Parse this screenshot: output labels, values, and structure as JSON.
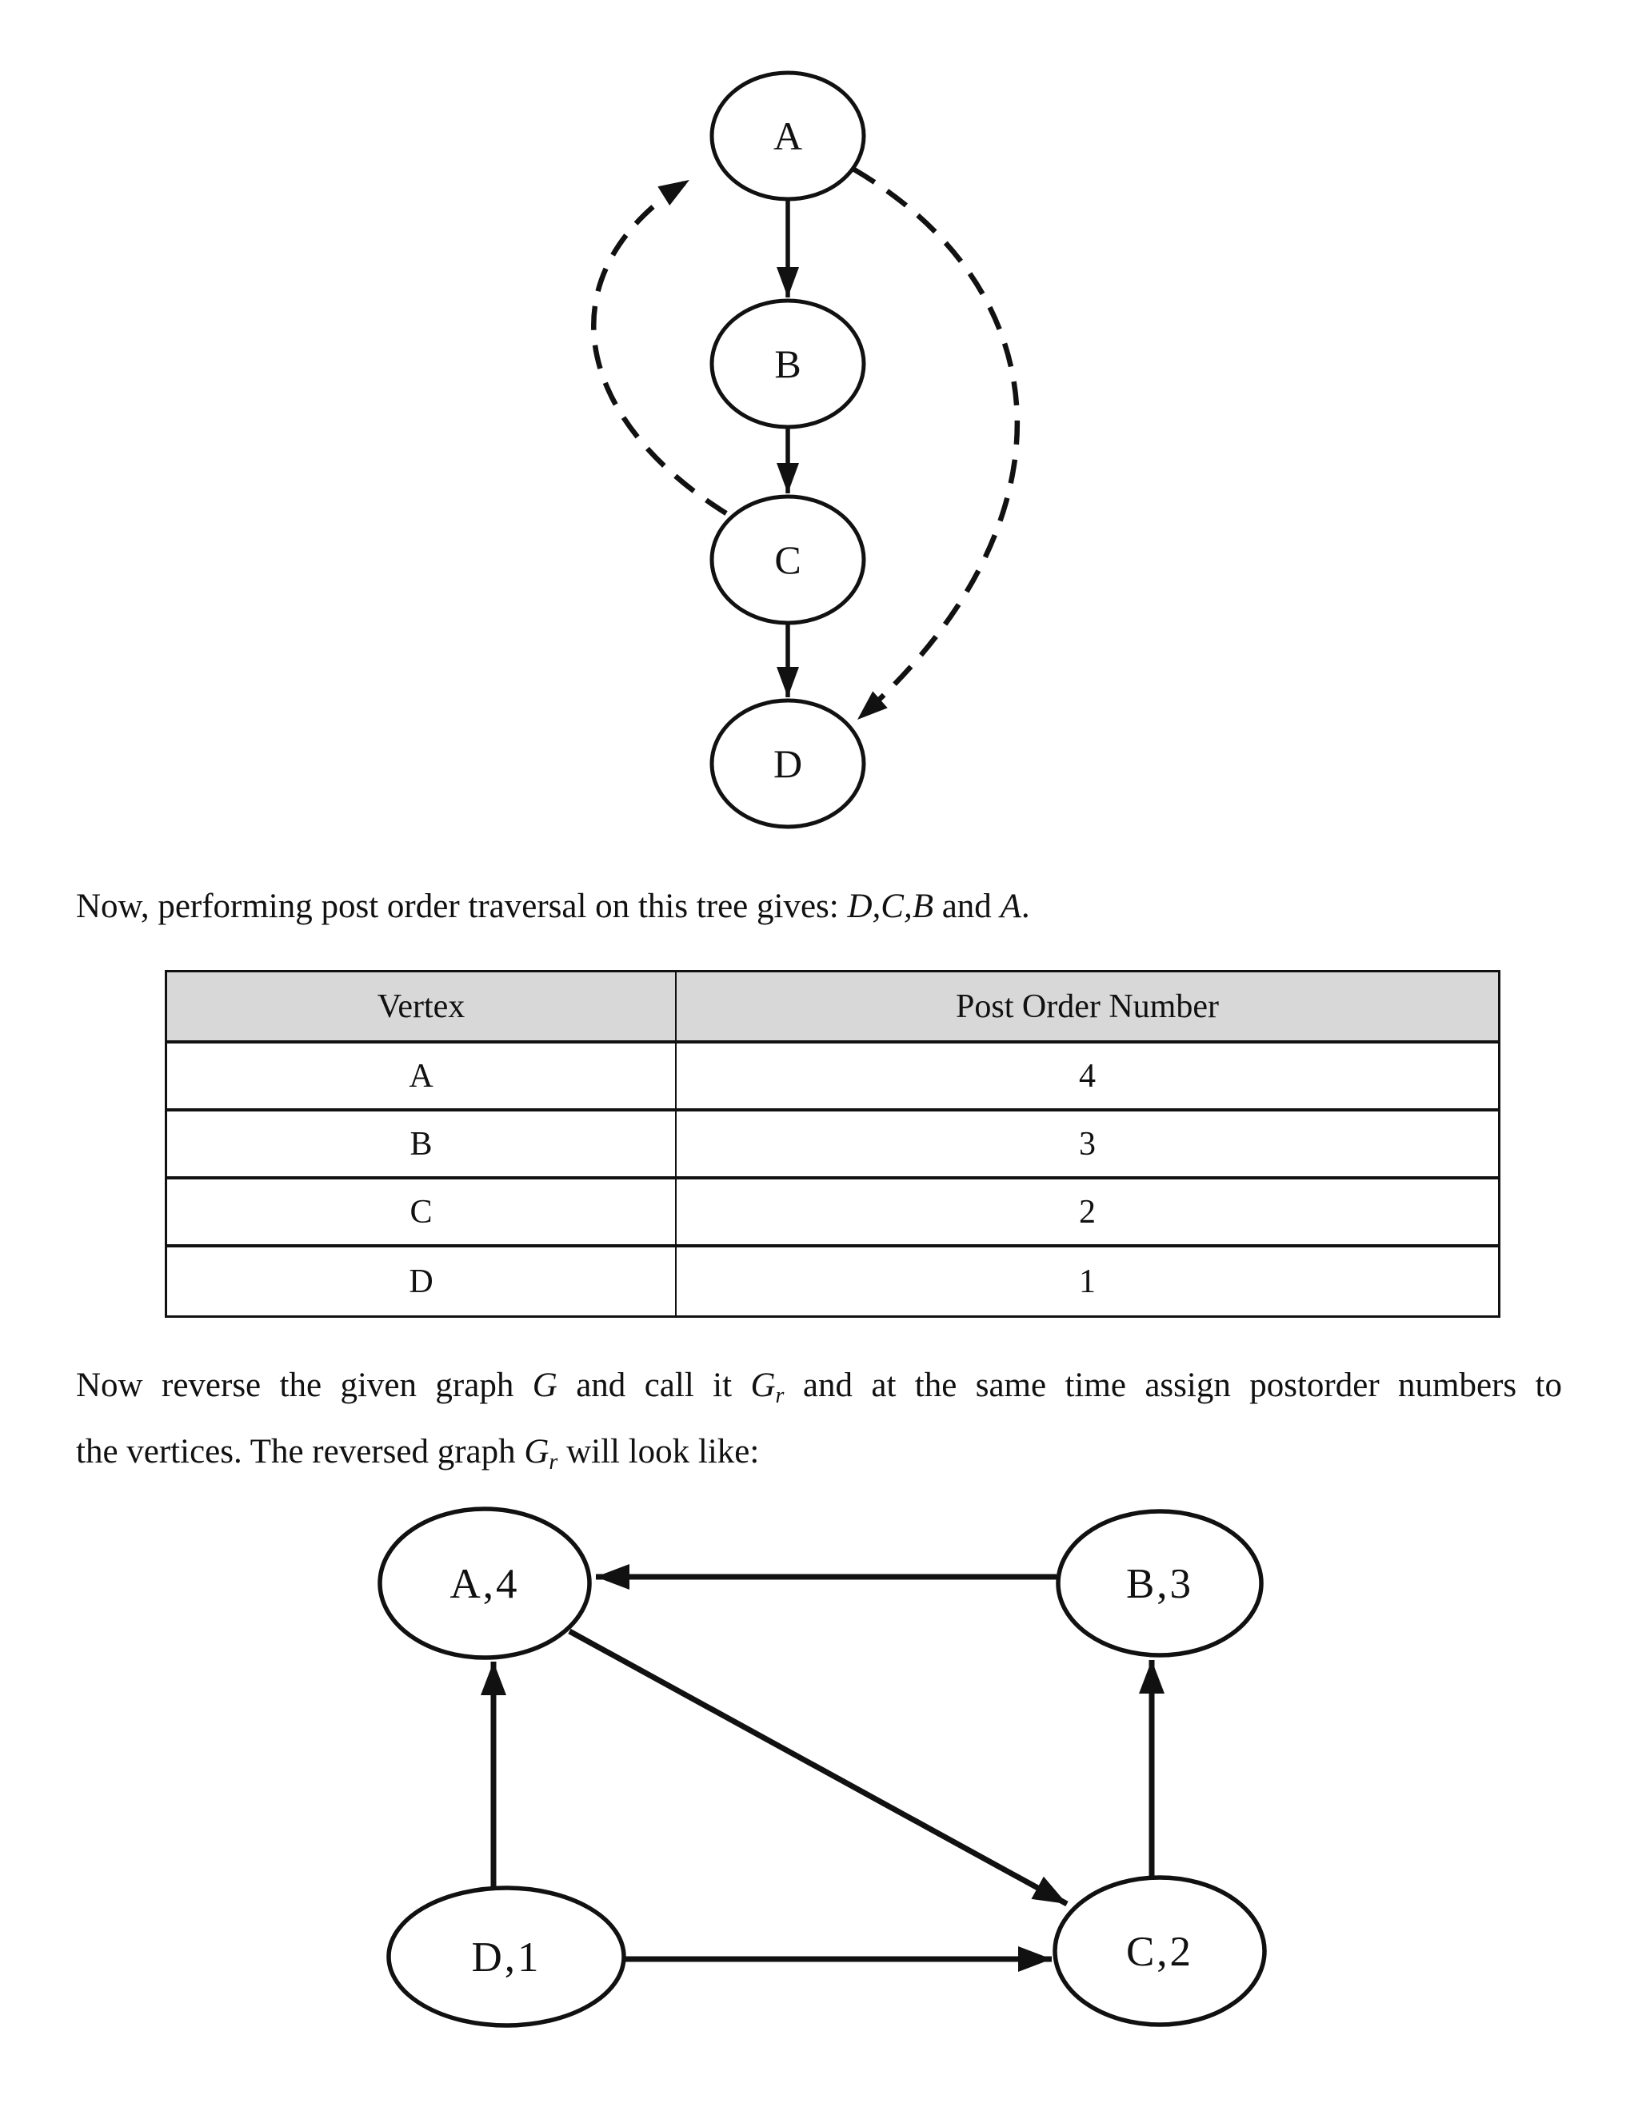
{
  "page": {
    "background": "#ffffff",
    "ink_color": "#111111",
    "table_header_bg": "#d8d8d8"
  },
  "tree_graph": {
    "description": "directed tree with back/forward dashed edges",
    "nodes": [
      {
        "id": "A",
        "label": "A"
      },
      {
        "id": "B",
        "label": "B"
      },
      {
        "id": "C",
        "label": "C"
      },
      {
        "id": "D",
        "label": "D"
      }
    ],
    "solid_edges": [
      "A->B",
      "B->C",
      "C->D"
    ],
    "dashed_edges": [
      "C->A",
      "A->D"
    ]
  },
  "postorder_line": {
    "prefix": "Now, performing post order traversal on this tree gives: ",
    "sequence": "D,C,B",
    "conjunction": " and ",
    "last": "A",
    "period": "."
  },
  "table": {
    "headers": [
      "Vertex",
      "Post Order Number"
    ],
    "rows": [
      {
        "vertex": "A",
        "number": "4"
      },
      {
        "vertex": "B",
        "number": "3"
      },
      {
        "vertex": "C",
        "number": "2"
      },
      {
        "vertex": "D",
        "number": "1"
      }
    ]
  },
  "reverse_paragraph": {
    "l1_1": "Now reverse the given graph ",
    "g1": "G",
    "l1_2": " and call it ",
    "g2": "G",
    "sub2": "r",
    "l1_3": " and at the same time assign postorder numbers to",
    "l2_1": "the vertices. The reversed graph ",
    "g3": "G",
    "sub3": "r",
    "l2_2": " will look like:"
  },
  "reversed_graph": {
    "description": "reversed graph Gr with postorder numbers",
    "nodes": [
      {
        "id": "A",
        "label": "A,4"
      },
      {
        "id": "B",
        "label": "B,3"
      },
      {
        "id": "D",
        "label": "D,1"
      },
      {
        "id": "C",
        "label": "C,2"
      }
    ],
    "edges": [
      "B->A",
      "D->A",
      "A->C",
      "D->C",
      "C->B"
    ]
  }
}
